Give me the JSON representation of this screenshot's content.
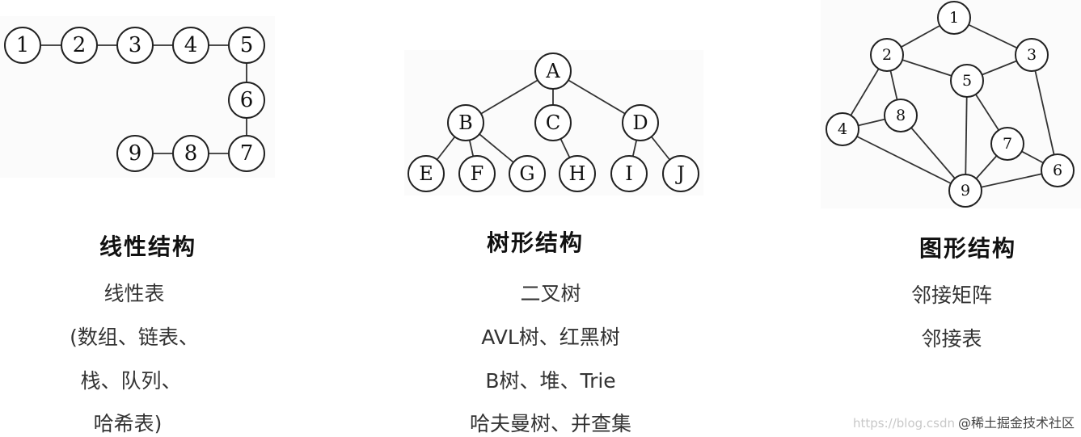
{
  "panels": {
    "linear": {
      "title": "线性结构",
      "items": [
        "线性表",
        "(数组、链表、",
        "栈、队列、",
        "哈希表)"
      ],
      "nodes": [
        "1",
        "2",
        "3",
        "4",
        "5",
        "6",
        "7",
        "8",
        "9"
      ]
    },
    "tree": {
      "title": "树形结构",
      "items": [
        "二叉树",
        "AVL树、红黑树",
        "B树、堆、Trie",
        "哈夫曼树、并查集"
      ],
      "nodes": [
        "A",
        "B",
        "C",
        "D",
        "E",
        "F",
        "G",
        "H",
        "I",
        "J"
      ]
    },
    "graph": {
      "title": "图形结构",
      "items": [
        "邻接矩阵",
        "邻接表"
      ],
      "nodes": [
        "1",
        "2",
        "3",
        "4",
        "5",
        "6",
        "7",
        "8",
        "9"
      ]
    }
  },
  "watermark": {
    "url": "https://blog.csdn",
    "site": "@稀土掘金技术社区"
  }
}
